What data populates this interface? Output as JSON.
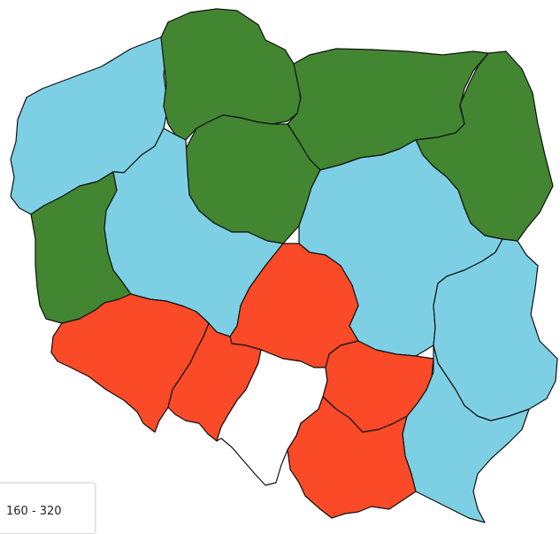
{
  "colors": {
    "light_blue": "#7dd0e4",
    "green": "#428632",
    "orange_red": "#fb4a27",
    "white": "#ffffff",
    "border": "#111111"
  },
  "regions": [
    {
      "id": "zachodniopomorskie",
      "fill": "light_blue"
    },
    {
      "id": "pomorskie",
      "fill": "green"
    },
    {
      "id": "warminsko-mazurskie",
      "fill": "green"
    },
    {
      "id": "podlaskie",
      "fill": "green"
    },
    {
      "id": "kujawsko-pomorskie",
      "fill": "green"
    },
    {
      "id": "lubuskie",
      "fill": "green"
    },
    {
      "id": "wielkopolskie",
      "fill": "light_blue"
    },
    {
      "id": "mazowieckie",
      "fill": "light_blue"
    },
    {
      "id": "lubelskie",
      "fill": "light_blue"
    },
    {
      "id": "podkarpackie",
      "fill": "light_blue"
    },
    {
      "id": "lodzkie",
      "fill": "orange_red"
    },
    {
      "id": "dolnoslaskie",
      "fill": "orange_red"
    },
    {
      "id": "opolskie",
      "fill": "orange_red"
    },
    {
      "id": "swietokrzyskie",
      "fill": "orange_red"
    },
    {
      "id": "malopolskie",
      "fill": "orange_red"
    },
    {
      "id": "slaskie",
      "fill": "white"
    }
  ],
  "legend": {
    "range_label": "160 - 320"
  }
}
